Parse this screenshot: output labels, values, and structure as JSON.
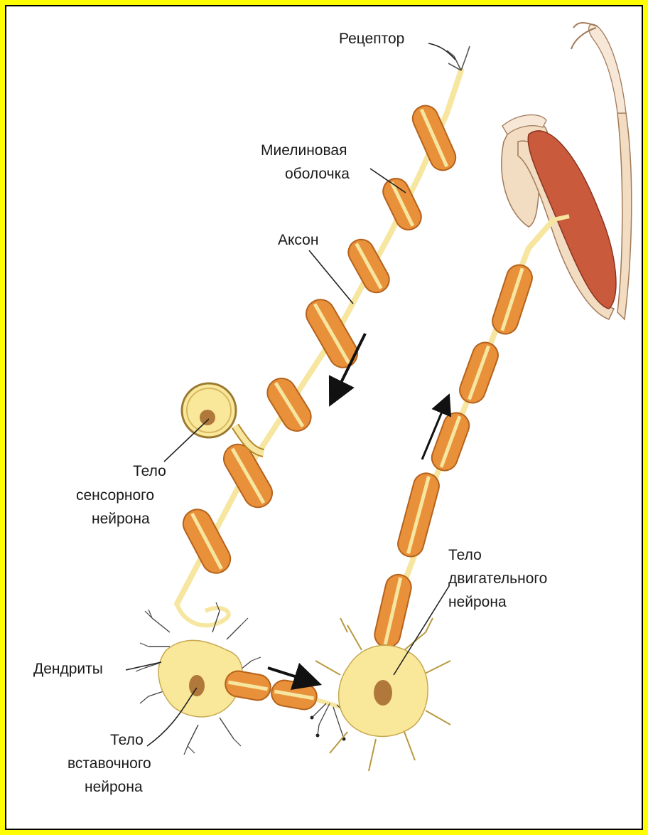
{
  "labels": {
    "receptor": "Рецептор",
    "myelin_1": "Миелиновая",
    "myelin_2": "оболочка",
    "axon": "Аксон",
    "sensory_1": "Тело",
    "sensory_2": "сенсорного",
    "sensory_3": "нейрона",
    "motor_1": "Тело",
    "motor_2": "двигательного",
    "motor_3": "нейрона",
    "dendrites": "Дендриты",
    "inter_1": "Тело",
    "inter_2": "вставочного",
    "inter_3": "нейрона"
  },
  "colors": {
    "frame": "#ffff00",
    "myelin_fill": "#e8913a",
    "myelin_stroke": "#b5621c",
    "axon": "#f6e6a0",
    "cell_body": "#f9e79a",
    "nucleus": "#b0783a",
    "muscle": "#c95a3c",
    "bone": "#f2dcc2"
  }
}
